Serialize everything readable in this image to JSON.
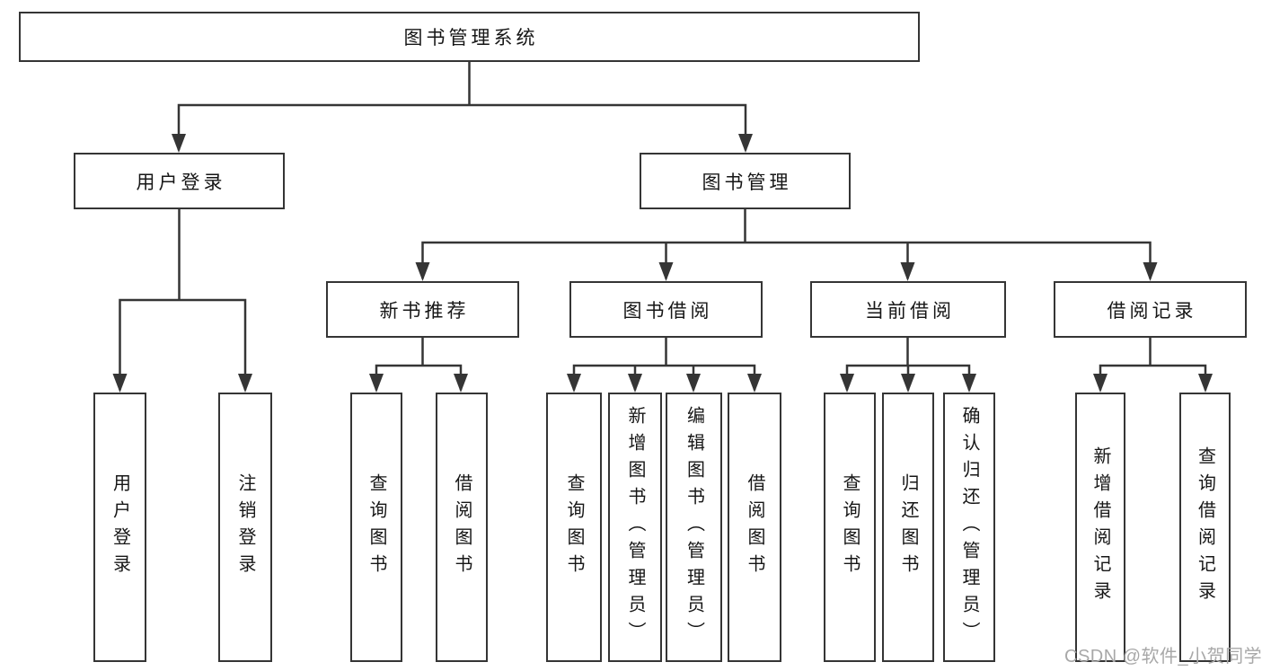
{
  "diagram": {
    "root": "图书管理系统",
    "branches": [
      {
        "label": "用户登录",
        "children": [
          "用户登录",
          "注销登录"
        ]
      },
      {
        "label": "图书管理",
        "children": [
          {
            "label": "新书推荐",
            "children": [
              "查询图书",
              "借阅图书"
            ]
          },
          {
            "label": "图书借阅",
            "children": [
              "查询图书",
              "新增图书（管理员）",
              "编辑图书（管理员）",
              "借阅图书"
            ]
          },
          {
            "label": "当前借阅",
            "children": [
              "查询图书",
              "归还图书",
              "确认归还（管理员）"
            ]
          },
          {
            "label": "借阅记录",
            "children": [
              "新增借阅记录",
              "查询借阅记录"
            ]
          }
        ]
      }
    ]
  },
  "watermark": "CSDN @软件_小贺同学",
  "colors": {
    "line": "#353535",
    "text": "#161616",
    "watermark": "#a8a8a8",
    "background": "#ffffff"
  }
}
